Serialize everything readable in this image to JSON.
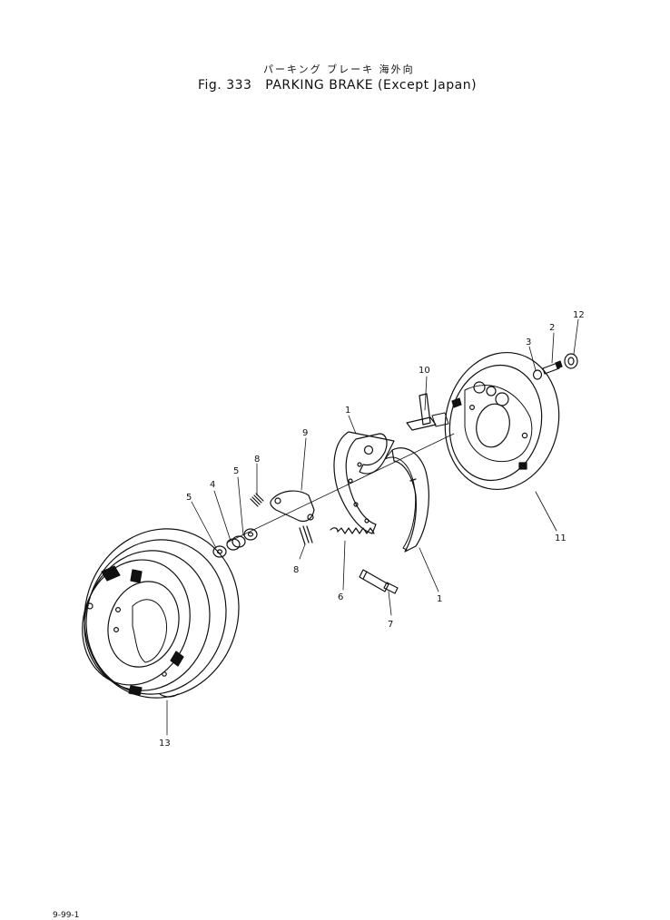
{
  "title": {
    "japanese": "パーキング ブレーキ 海外向",
    "figure_number": "Fig. 333",
    "english": "PARKING BRAKE (Except Japan)"
  },
  "corner_text": "9-99-1",
  "callouts": [
    "1",
    "1",
    "2",
    "3",
    "4",
    "5",
    "5",
    "6",
    "7",
    "8",
    "8",
    "9",
    "10",
    "11",
    "12",
    "13"
  ],
  "colors": {
    "ink": "#111111",
    "paper": "#ffffff"
  }
}
